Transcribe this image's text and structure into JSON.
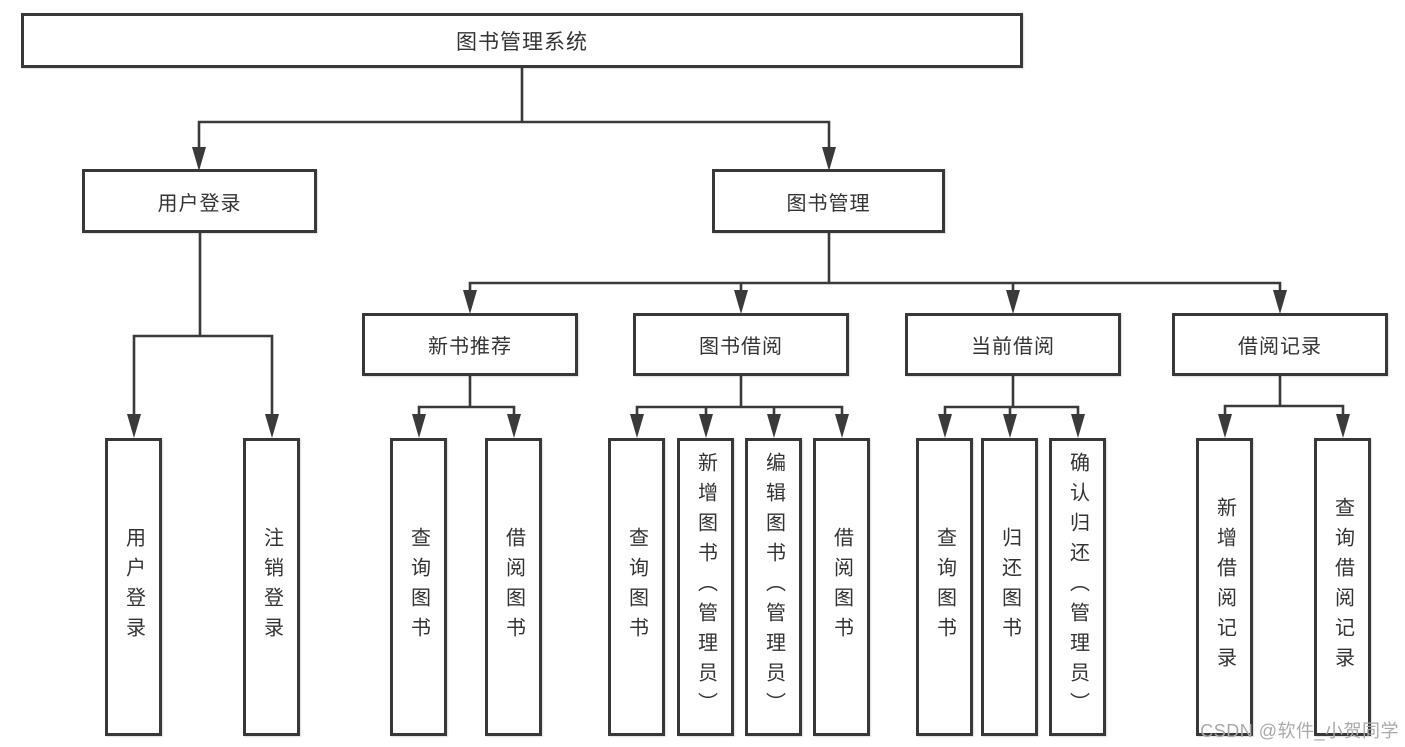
{
  "root": {
    "label": "图书管理系统"
  },
  "branches": [
    {
      "label": "用户登录",
      "children": [
        "用户登录",
        "注销登录"
      ]
    },
    {
      "label": "图书管理",
      "children": [
        {
          "label": "新书推荐",
          "children": [
            "查询图书",
            "借阅图书"
          ]
        },
        {
          "label": "图书借阅",
          "children": [
            "查询图书",
            "新增图书（管理员）",
            "编辑图书（管理员）",
            "借阅图书"
          ]
        },
        {
          "label": "当前借阅",
          "children": [
            "查询图书",
            "归还图书",
            "确认归还（管理员）"
          ]
        },
        {
          "label": "借阅记录",
          "children": [
            "新增借阅记录",
            "查询借阅记录"
          ]
        }
      ]
    }
  ],
  "watermark": {
    "text": "CSDN @软件_小贺同学"
  },
  "colors": {
    "line": "#3a3a3a",
    "box_border": "#383838",
    "box_fill": "#ffffff",
    "text": "#333333",
    "watermark_text": "#a9a9a9",
    "background": "#ffffff"
  }
}
